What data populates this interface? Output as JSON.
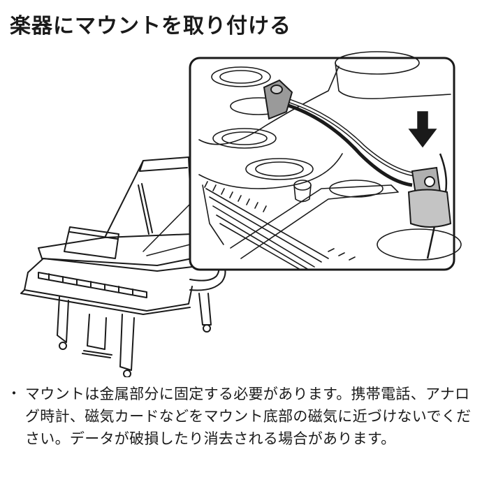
{
  "page": {
    "title": "楽器にマウントを取り付ける"
  },
  "note": {
    "bullet": "・",
    "text": "マウントは金属部分に固定する必要があります。携帯電話、アナログ時計、磁気カードなどをマウント底部の磁気に近づけないでください。データが破損したり消去される場合があります。"
  },
  "illustration": {
    "icon": "grand-piano-with-microphone-mount-illustration"
  }
}
